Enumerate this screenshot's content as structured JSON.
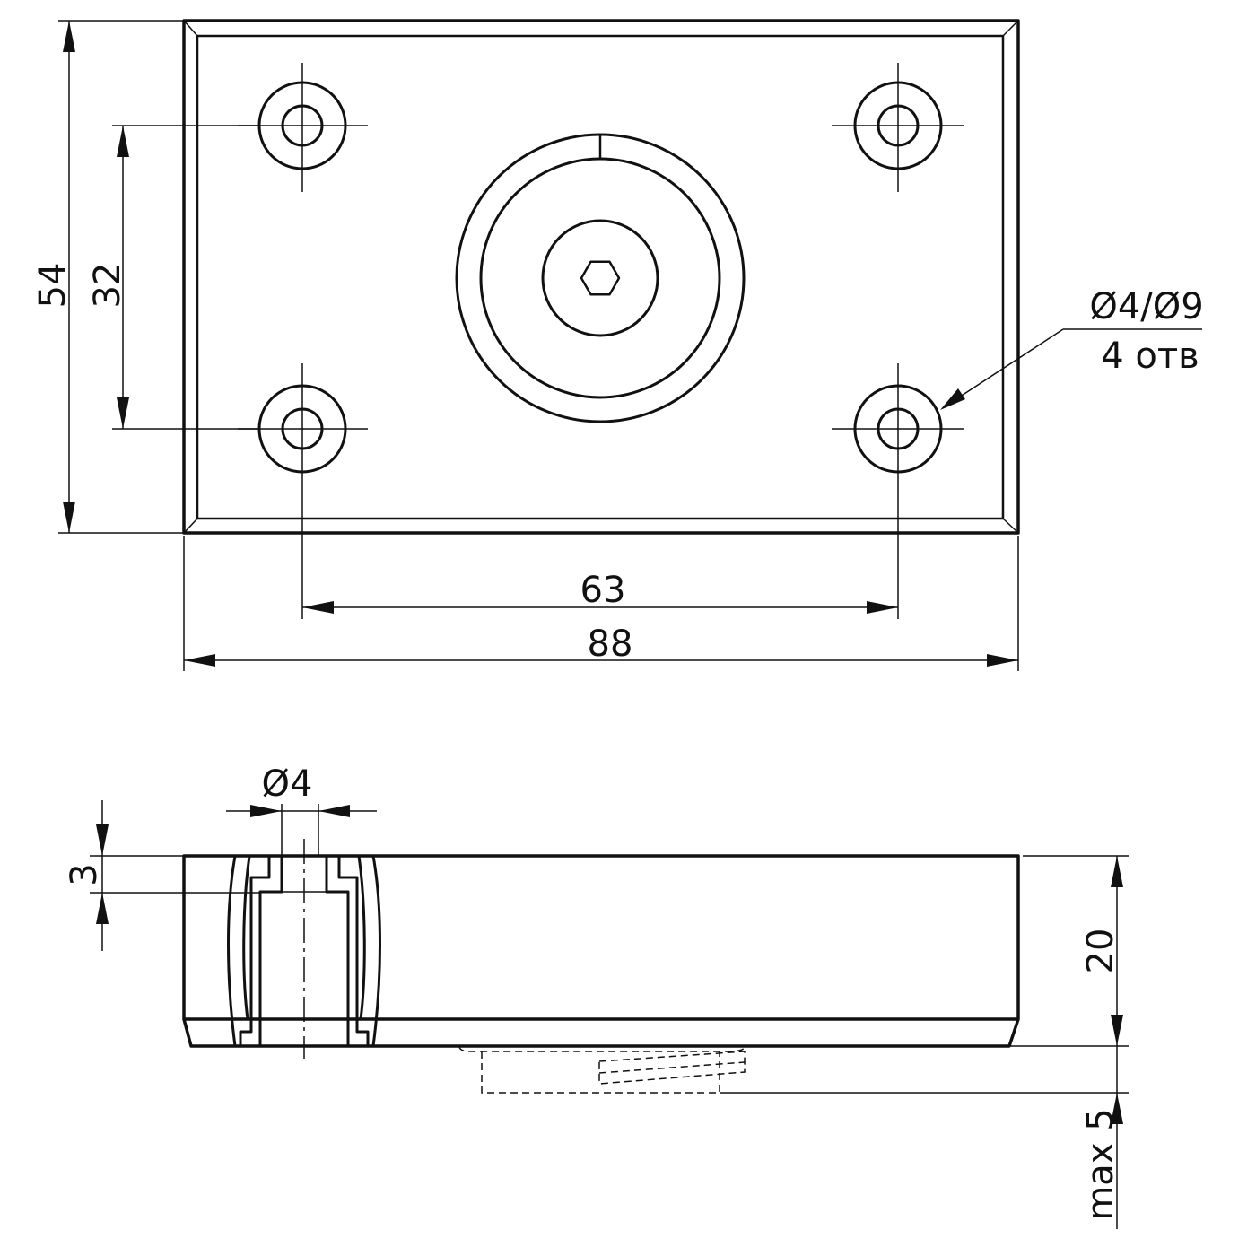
{
  "dimensions": {
    "height_54": "54",
    "hole_spacing_32": "32",
    "hole_spacing_63": "63",
    "width_88": "88",
    "hole_callout_line1": "Ø4/Ø9",
    "hole_callout_line2": "4 отв",
    "side_bore_d4": "Ø4",
    "side_depth_3": "3",
    "side_height_20": "20",
    "side_adjust_max5": "max 5"
  },
  "colors": {
    "line": "#111111",
    "background": "#ffffff"
  },
  "icons": [
    "hex-socket-icon",
    "mounting-hole-icon"
  ]
}
